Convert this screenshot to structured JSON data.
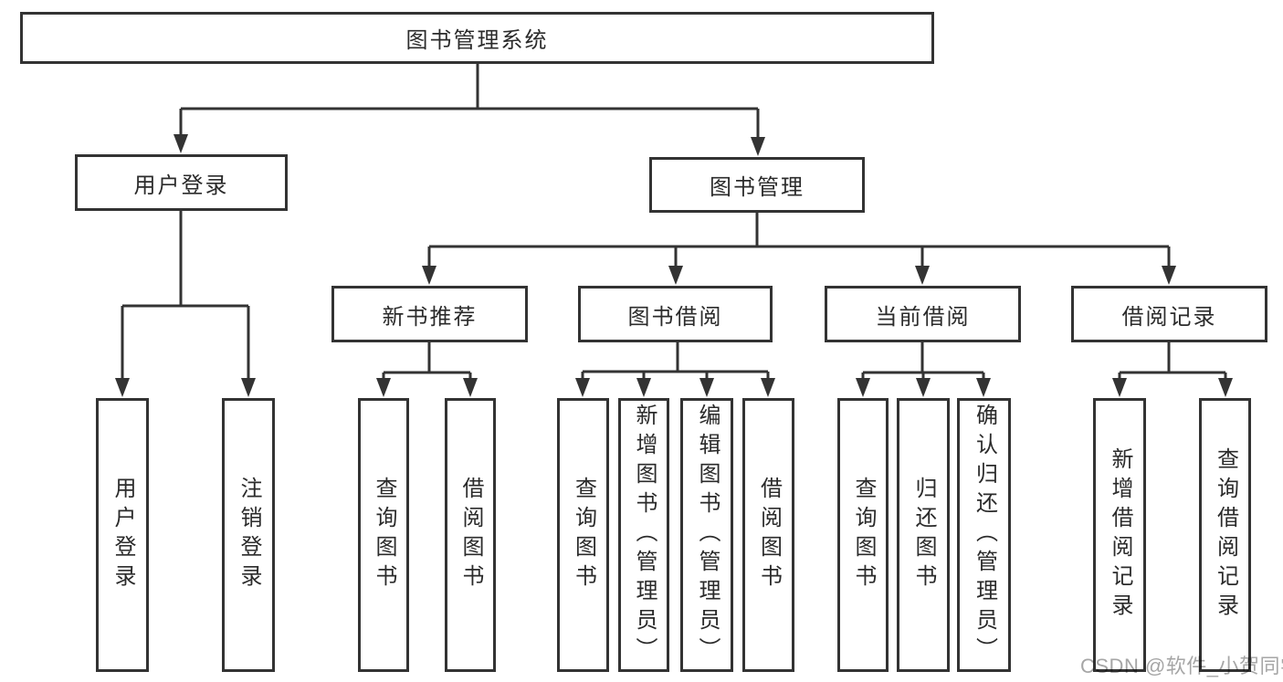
{
  "diagram": {
    "tree": {
      "label": "图书管理系统",
      "children": [
        {
          "label": "用户登录",
          "children": [
            {
              "label": "用户登录"
            },
            {
              "label": "注销登录"
            }
          ]
        },
        {
          "label": "图书管理",
          "children": [
            {
              "label": "新书推荐",
              "children": [
                {
                  "label": "查询图书"
                },
                {
                  "label": "借阅图书"
                }
              ]
            },
            {
              "label": "图书借阅",
              "children": [
                {
                  "label": "查询图书"
                },
                {
                  "label": "新增图书（管理员）"
                },
                {
                  "label": "编辑图书（管理员）"
                },
                {
                  "label": "借阅图书"
                }
              ]
            },
            {
              "label": "当前借阅",
              "children": [
                {
                  "label": "查询图书"
                },
                {
                  "label": "归还图书"
                },
                {
                  "label": "确认归还（管理员）"
                }
              ]
            },
            {
              "label": "借阅记录",
              "children": [
                {
                  "label": "新增借阅记录"
                },
                {
                  "label": "查询借阅记录"
                }
              ]
            }
          ]
        }
      ]
    },
    "watermark": {
      "text": "CSDN @软件_小贺同学"
    },
    "colors": {
      "line": "#333333",
      "box_border": "#333333",
      "box_fill": "#ffffff",
      "text": "#2b2b2b",
      "watermark": "#a6a6a6",
      "background": "#ffffff"
    }
  }
}
